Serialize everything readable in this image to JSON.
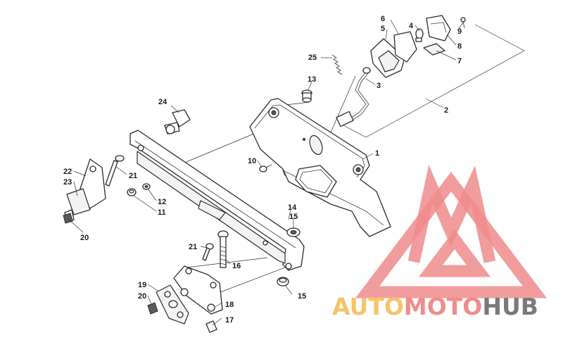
{
  "callouts": {
    "c1": "1",
    "c2": "2",
    "c3": "3",
    "c4": "4",
    "c5": "5",
    "c6": "6",
    "c7": "7",
    "c8": "8",
    "c9": "9",
    "c10": "10",
    "c11": "11",
    "c12": "12",
    "c13": "13",
    "c14": "14",
    "c15a": "15",
    "c15b": "15",
    "c16": "16",
    "c17": "17",
    "c18": "18",
    "c19": "19",
    "c20a": "20",
    "c20b": "20",
    "c21a": "21",
    "c21b": "21",
    "c22": "22",
    "c23": "23",
    "c24": "24",
    "c25": "25"
  },
  "watermark": {
    "auto": "AUTO",
    "moto": "MOTO",
    "hub": "HUB",
    "colors": {
      "auto": "#f6c36a",
      "moto": "#f08c8c",
      "hub": "#7a7a7a",
      "triangle": "#f08c8c"
    }
  }
}
